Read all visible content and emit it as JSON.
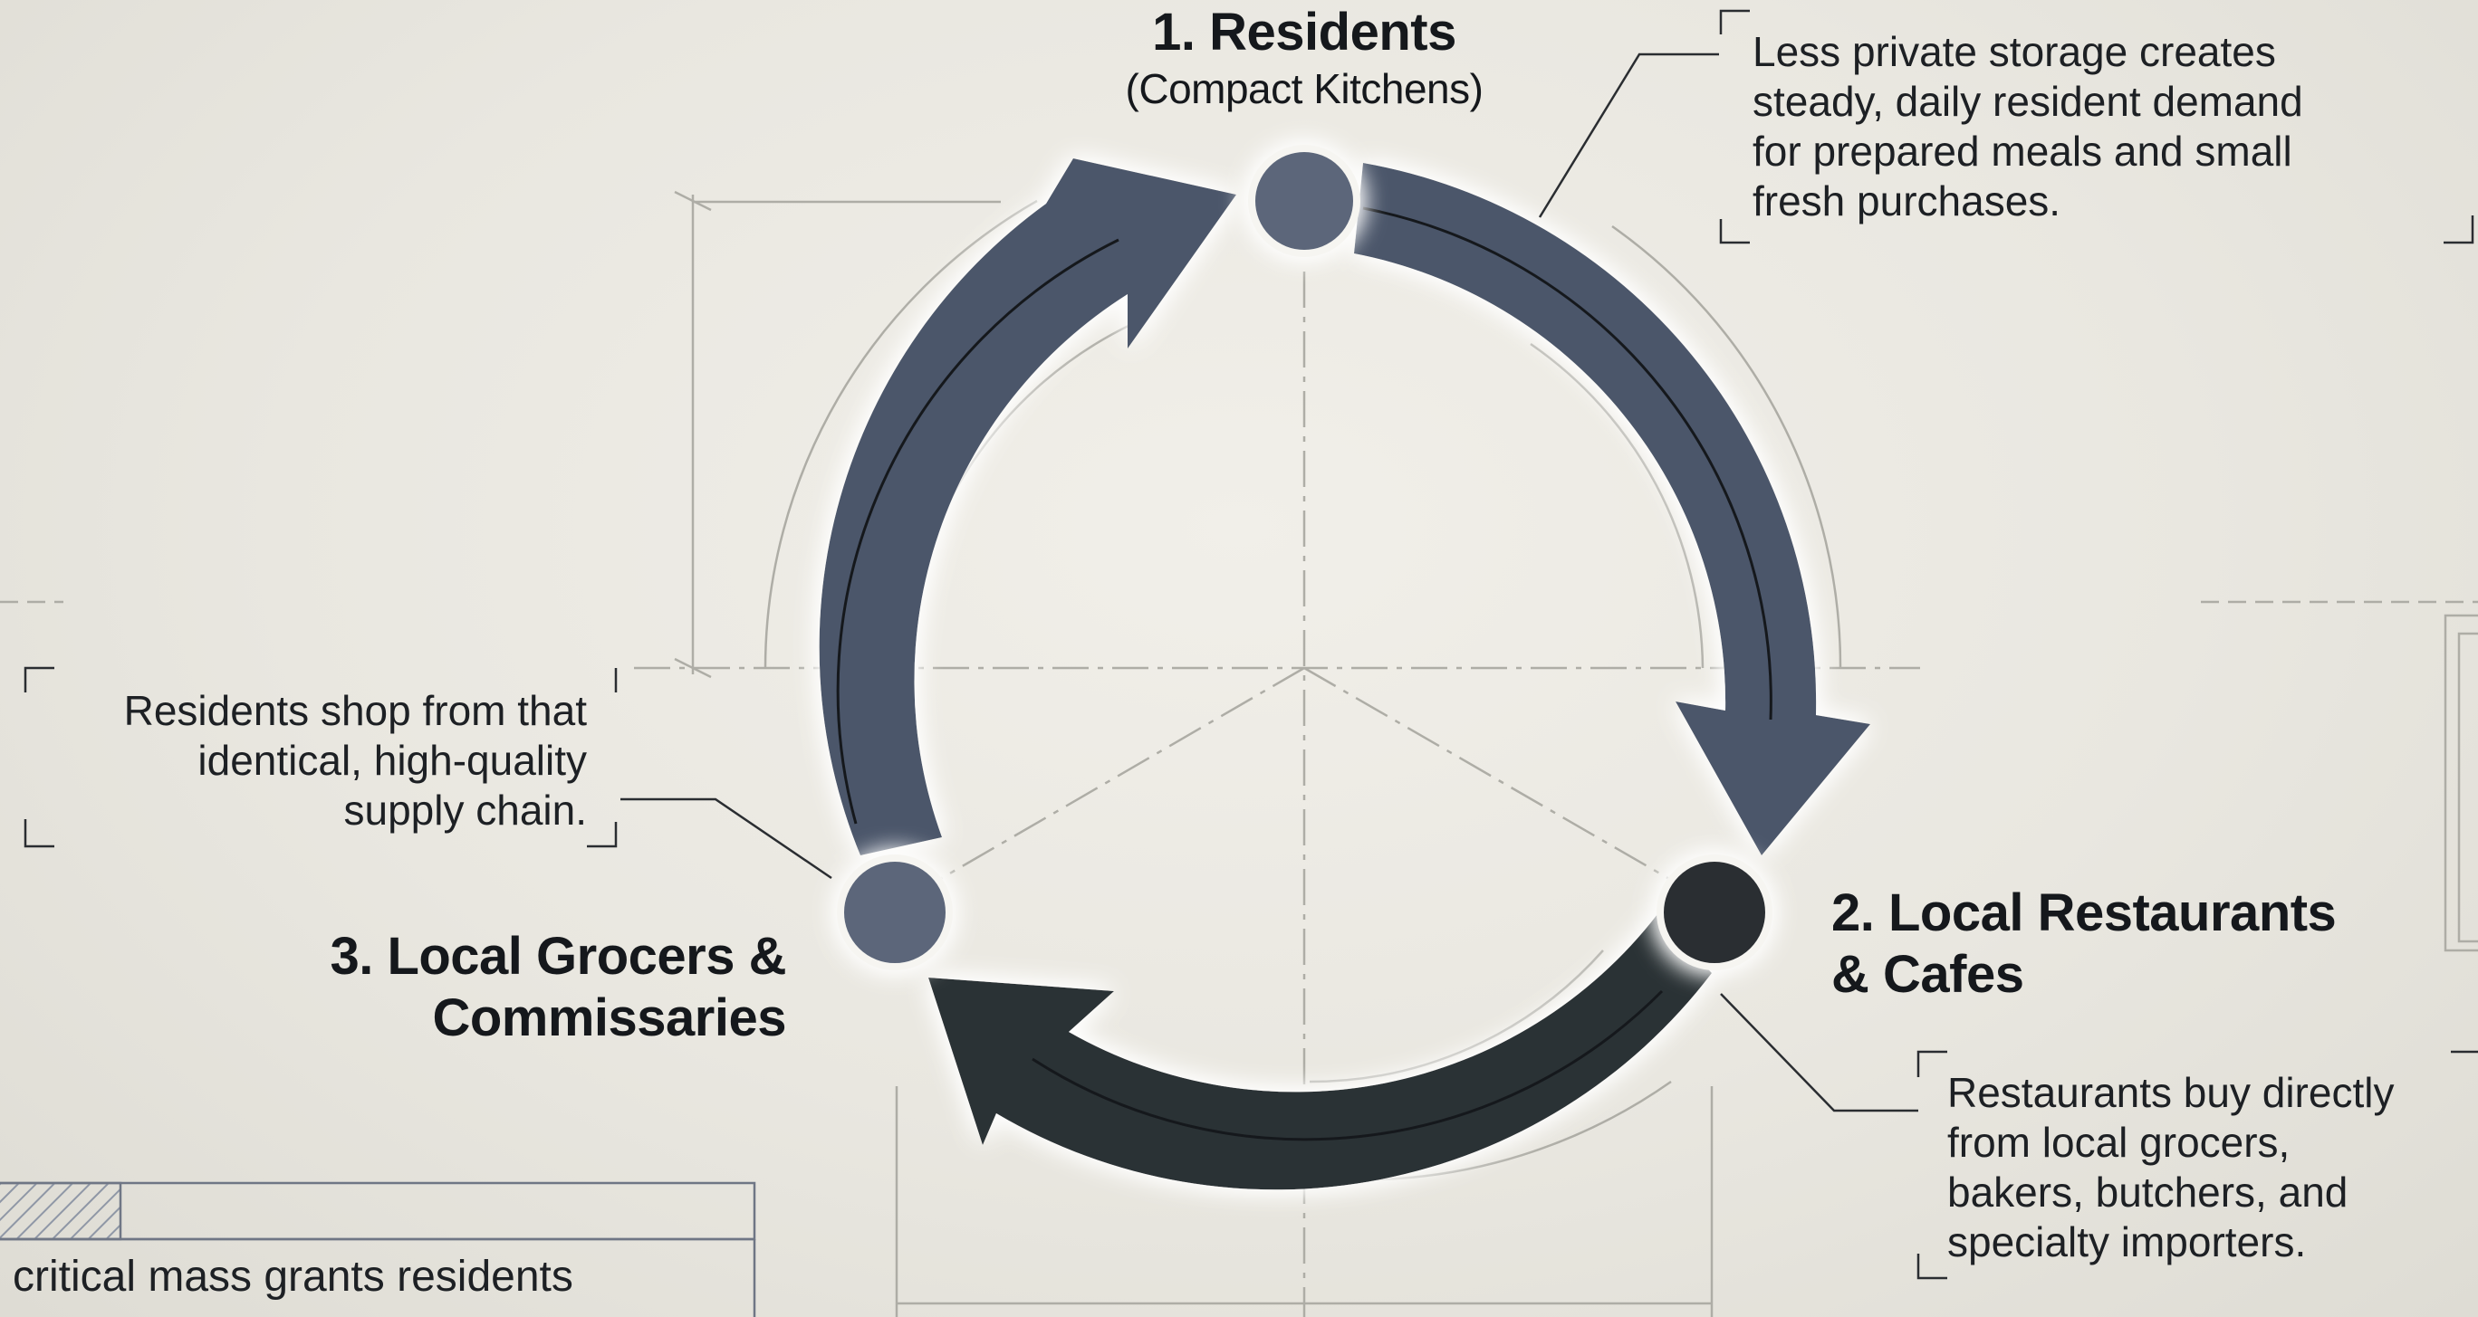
{
  "nodes": {
    "residents": {
      "title": "1. Residents",
      "subtitle": "(Compact Kitchens)"
    },
    "restaurants": {
      "title": "2. Local Restaurants\n& Cafes"
    },
    "grocers": {
      "title": "3. Local Grocers &\nCommissaries"
    }
  },
  "callouts": {
    "residents_demand": "Less private storage creates\nsteady, daily resident demand\nfor prepared meals and small\nfresh purchases.",
    "restaurants_supply": "Restaurants buy directly\nfrom local grocers,\nbakers, butchers, and\nspecialty importers.",
    "residents_shop": "Residents shop from that\nidentical, high-quality\nsupply chain."
  },
  "legend": {
    "text": "critical mass grants residents"
  },
  "colors": {
    "background": "#eceae3",
    "arrow_slate": "#4b576a",
    "arrow_dark": "#2c3036",
    "node_slate": "#5b667a",
    "node_dark": "#2b2e33",
    "glow": "#ffffff",
    "guide_line": "#a9a8a2"
  }
}
